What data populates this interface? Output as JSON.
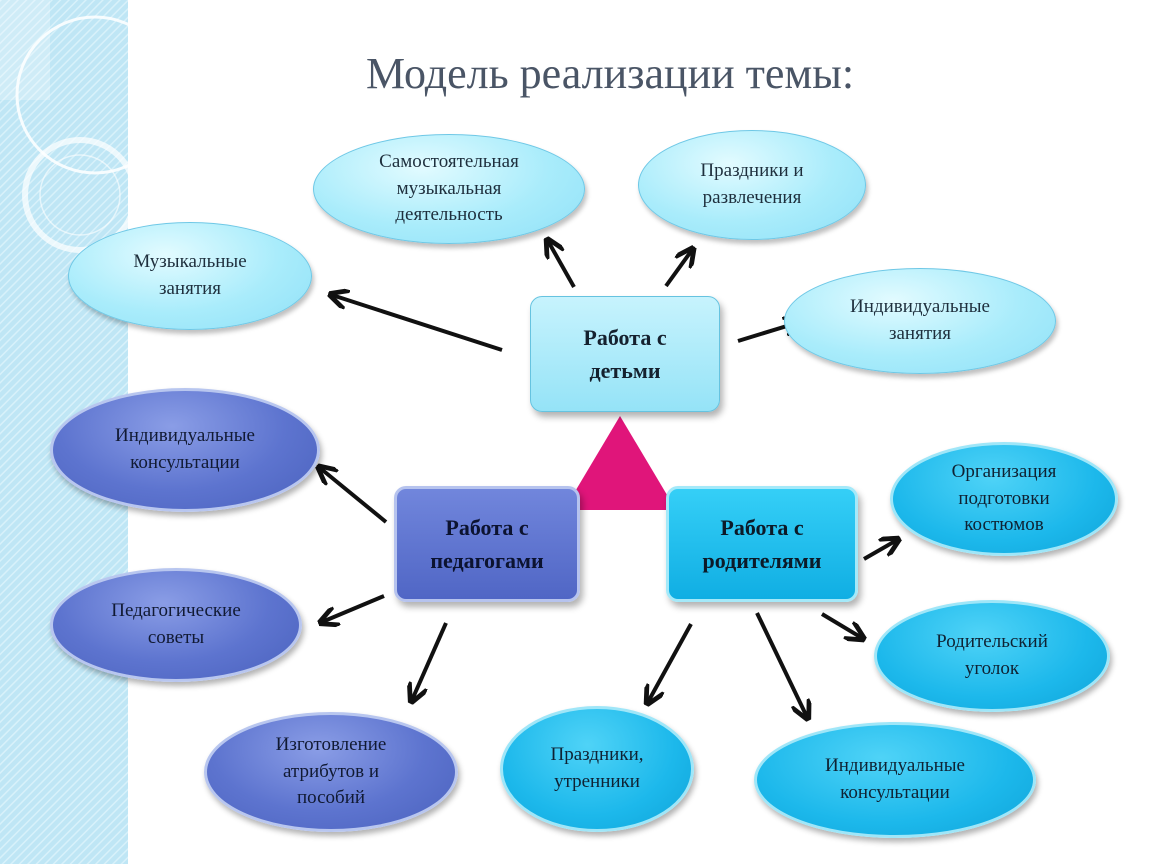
{
  "title": "Модель реализации темы:",
  "center": {
    "children": "Работа с детьми",
    "teachers": "Работа с педагогами",
    "parents": "Работа с родителями"
  },
  "children_items": {
    "music_lessons": "Музыкальные занятия",
    "independent_music": "Самостоятельная музыкальная деятельность",
    "holidays": "Праздники и развлечения",
    "individual": "Индивидуальные занятия"
  },
  "teachers_items": {
    "consultations": "Индивидуальные консультации",
    "councils": "Педагогические советы",
    "attributes": "Изготовление атрибутов и пособий"
  },
  "parents_items": {
    "costumes": "Организация подготовки костюмов",
    "corner": "Родительский уголок",
    "matinees": "Праздники, утренники",
    "consultations": "Индивидуальные консультации"
  },
  "colors": {
    "light_node": "#a9ecfb",
    "blue_node": "#5d74cf",
    "cyan_node": "#1cb8eb",
    "triangle": "#e0157a",
    "arrow": "#111111",
    "title": "#4a5566"
  }
}
